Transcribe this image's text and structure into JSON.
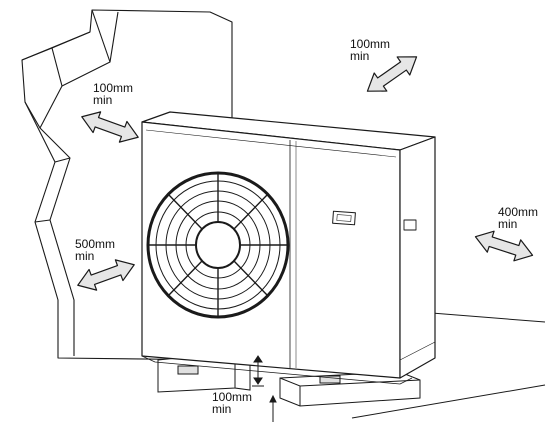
{
  "clearances": [
    {
      "id": "left-wall",
      "value": "100mm",
      "qualifier": "min"
    },
    {
      "id": "top",
      "value": "100mm",
      "qualifier": "min"
    },
    {
      "id": "right",
      "value": "400mm",
      "qualifier": "min"
    },
    {
      "id": "front",
      "value": "500mm",
      "qualifier": "min"
    },
    {
      "id": "below",
      "value": "100mm",
      "qualifier": "min"
    }
  ],
  "colors": {
    "line": "#1a1a1a",
    "arrow_fill": "#e6e6e6",
    "background": "#ffffff"
  }
}
